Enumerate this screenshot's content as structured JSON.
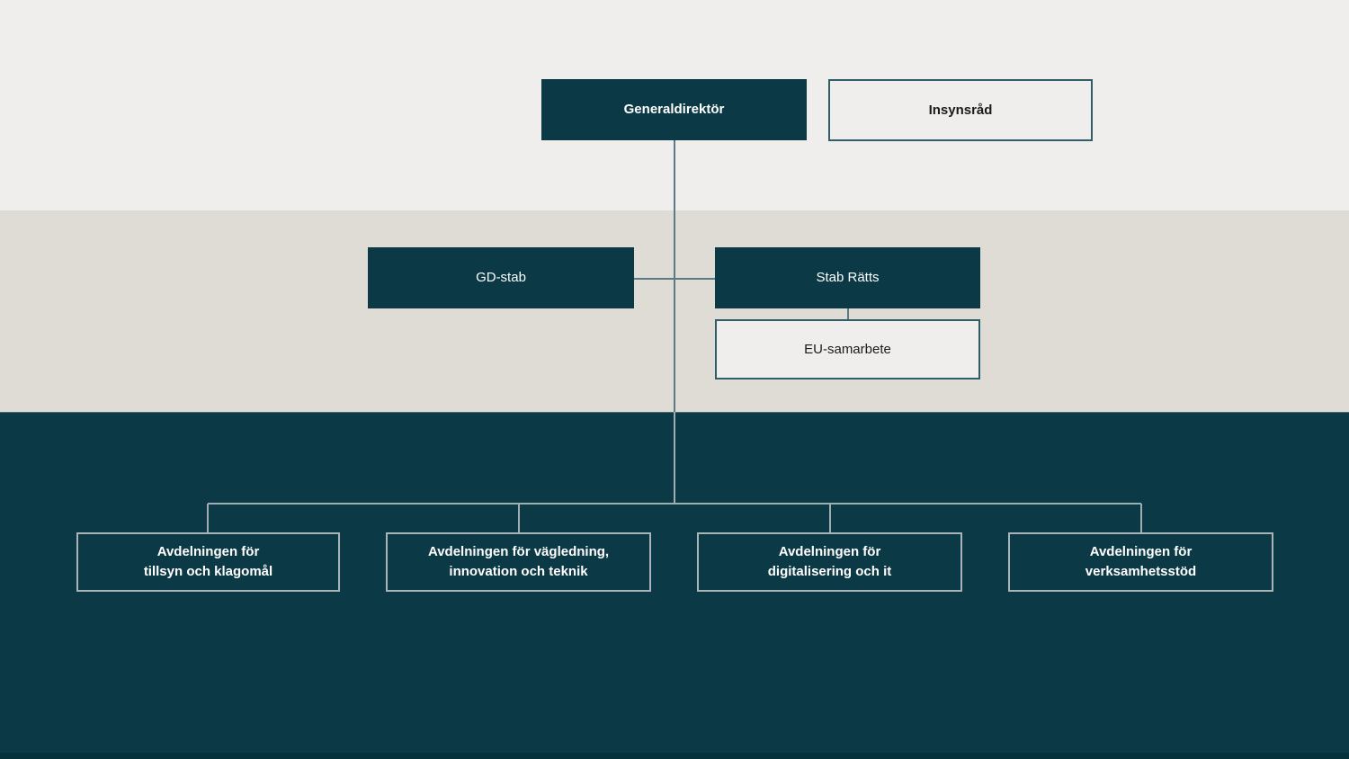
{
  "nodes": {
    "generaldirektor": {
      "label": "Generaldirektör"
    },
    "insynsrad": {
      "label": "Insynsråd"
    },
    "gd_stab": {
      "label": "GD-stab"
    },
    "stab_ratts": {
      "label": "Stab Rätts"
    },
    "eu_samarbete": {
      "label": "EU-samarbete"
    }
  },
  "departments": [
    {
      "line1": "Avdelningen för",
      "line2": "tillsyn och klagomål"
    },
    {
      "line1": "Avdelningen för vägledning,",
      "line2": "innovation och teknik"
    },
    {
      "line1": "Avdelningen för",
      "line2": "digitalisering och it"
    },
    {
      "line1": "Avdelningen för",
      "line2": "verksamhetsstöd"
    }
  ],
  "colors": {
    "band_top": "#efeeec",
    "band_middle": "#dfdcd5",
    "band_bottom": "#0b3945",
    "footer_strip": "#06303a",
    "node_fill_dark": "#0b3a46",
    "node_fill_light": "#efeeec",
    "node_border_teal": "#2f5d68",
    "node_border_light": "#a9b4b8",
    "connector_light_band": "#5c7a85",
    "connector_dark_band": "#9fadb2",
    "text_light": "#ffffff",
    "text_dark": "#1a1a1a"
  }
}
